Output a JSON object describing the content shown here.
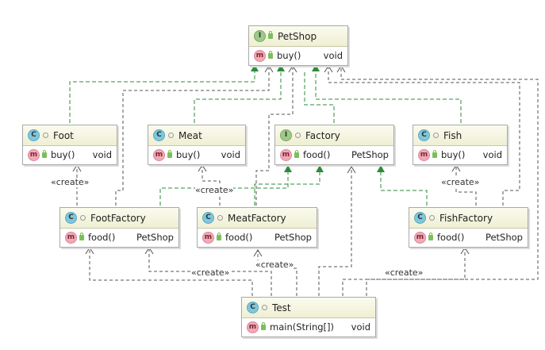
{
  "nodes": {
    "petshop": {
      "kind": "I",
      "name": "PetShop",
      "method": "buy()",
      "return": "void"
    },
    "foot": {
      "kind": "C",
      "name": "Foot",
      "method": "buy()",
      "return": "void"
    },
    "meat": {
      "kind": "C",
      "name": "Meat",
      "method": "buy()",
      "return": "void"
    },
    "factory": {
      "kind": "I",
      "name": "Factory",
      "method": "food()",
      "return": "PetShop"
    },
    "fish": {
      "kind": "C",
      "name": "Fish",
      "method": "buy()",
      "return": "void"
    },
    "footfactory": {
      "kind": "C",
      "name": "FootFactory",
      "method": "food()",
      "return": "PetShop"
    },
    "meatfactory": {
      "kind": "C",
      "name": "MeatFactory",
      "method": "food()",
      "return": "PetShop"
    },
    "fishfactory": {
      "kind": "C",
      "name": "FishFactory",
      "method": "food()",
      "return": "PetShop"
    },
    "test": {
      "kind": "C",
      "name": "Test",
      "method": "main(String[])",
      "return": "void"
    }
  },
  "method_badge": "m",
  "edge_labels": {
    "foot_create": "«create»",
    "meat_create": "«create»",
    "fish_create": "«create»",
    "meatfactory_create": "«create»",
    "test_foot_create": "«create»",
    "test_fish_create": "«create»"
  },
  "colors": {
    "realization": "#2e8b3a",
    "dependency": "#555555",
    "header": "#efefd4",
    "border": "#a9a9a9"
  }
}
